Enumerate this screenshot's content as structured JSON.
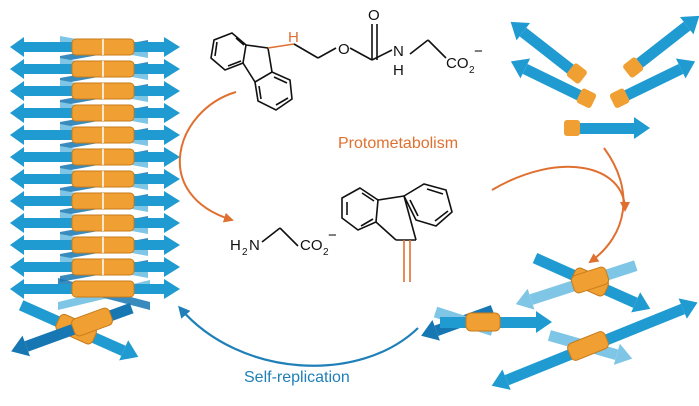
{
  "colors": {
    "blue": "#1f9bd1",
    "blue_dark": "#1677b3",
    "blue_light": "#7fc6e6",
    "orange": "#f0a032",
    "orange_dark": "#c77a1a",
    "arrow_orange": "#e07030",
    "arrow_blue": "#1f7fb8"
  },
  "labels": {
    "protometabolism": "Protometabolism",
    "self_replication": "Self-replication"
  },
  "molecules": {
    "fmoc_gly": {
      "h_label": "H",
      "o_ester": "O",
      "o_carbonyl": "O",
      "n": "N",
      "h": "H",
      "co2": "CO",
      "co2_sub": "2",
      "charge": "−"
    },
    "glycine": {
      "h2": "H",
      "h2_sub": "2",
      "n": "N",
      "co2": "CO",
      "co2_sub": "2",
      "charge": "−"
    }
  }
}
